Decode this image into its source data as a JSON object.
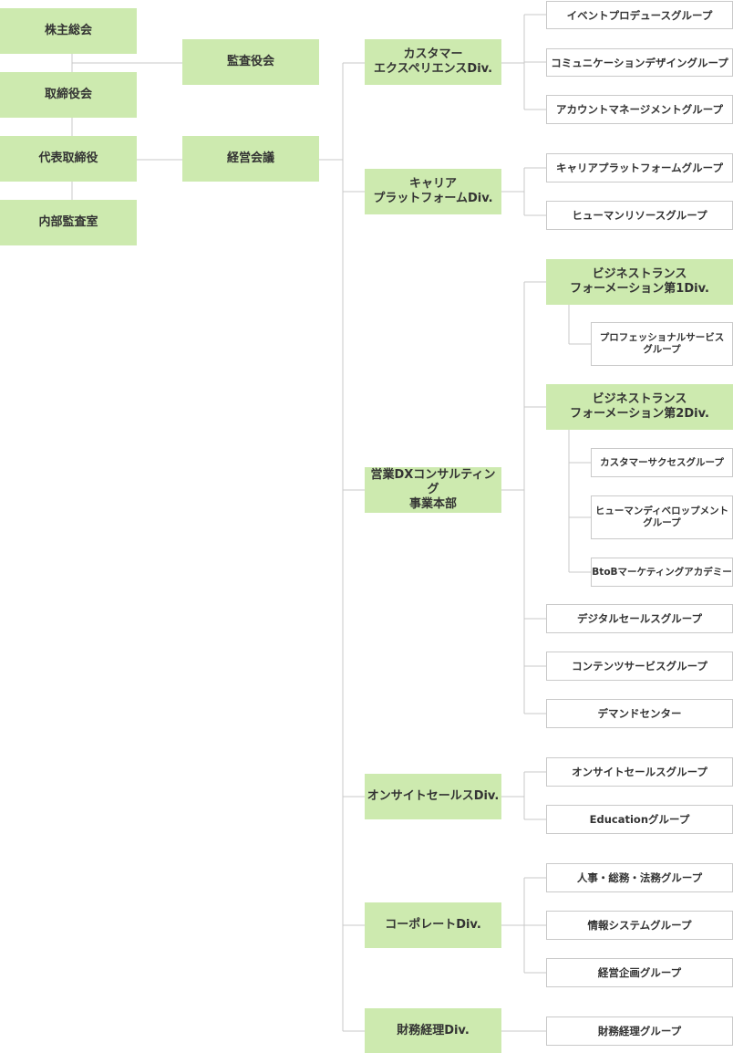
{
  "colors": {
    "accent_fill": "#cdeaaf",
    "line": "#c9c9c9",
    "box_border": "#c9c9c9",
    "text": "#333333"
  },
  "governance": {
    "shareholders_meeting": "株主総会",
    "audit_board": "監査役会",
    "board_of_directors": "取締役会",
    "representative_director": "代表取締役",
    "management_meeting": "経営会議",
    "internal_audit": "内部監査室"
  },
  "divisions": {
    "customer_experience": {
      "label": "カスタマー\nエクスペリエンスDiv.",
      "groups": [
        "イベントプロデュースグループ",
        "コミュニケーションデザイングループ",
        "アカウントマネージメントグループ"
      ]
    },
    "career_platform": {
      "label": "キャリア\nプラットフォームDiv.",
      "groups": [
        "キャリアプラットフォームグループ",
        "ヒューマンリソースグループ"
      ]
    },
    "sales_dx": {
      "label": "営業DXコンサルティング\n事業本部",
      "bt1": {
        "label": "ビジネストランス\nフォーメーション第1Div.",
        "groups": [
          "プロフェッショナルサービス\nグループ"
        ]
      },
      "bt2": {
        "label": "ビジネストランス\nフォーメーション第2Div.",
        "groups": [
          "カスタマーサクセスグループ",
          "ヒューマンディベロップメント\nグループ",
          "BtoBマーケティングアカデミー"
        ]
      },
      "groups": [
        "デジタルセールスグループ",
        "コンテンツサービスグループ",
        "デマンドセンター"
      ]
    },
    "onsite_sales": {
      "label": "オンサイトセールスDiv.",
      "groups": [
        "オンサイトセールスグループ",
        "Educationグループ"
      ]
    },
    "corporate": {
      "label": "コーポレートDiv.",
      "groups": [
        "人事・総務・法務グループ",
        "情報システムグループ",
        "経営企画グループ"
      ]
    },
    "finance": {
      "label": "財務経理Div.",
      "groups": [
        "財務経理グループ"
      ]
    }
  }
}
